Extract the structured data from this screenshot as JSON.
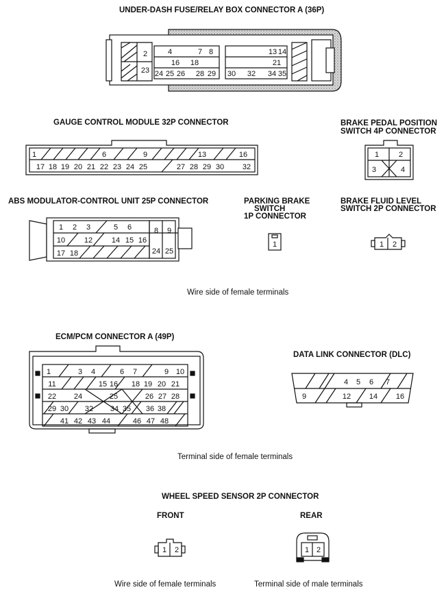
{
  "titles": {
    "underdash": "UNDER-DASH FUSE/RELAY BOX CONNECTOR A (36P)",
    "gauge": "GAUGE CONTROL MODULE 32P CONNECTOR",
    "brake_pedal_1": "BRAKE PEDAL POSITION",
    "brake_pedal_2": "SWITCH 4P CONNECTOR",
    "abs": "ABS MODULATOR-CONTROL UNIT 25P CONNECTOR",
    "parking_1": "PARKING BRAKE",
    "parking_2": "SWITCH",
    "parking_3": "1P CONNECTOR",
    "fluid_1": "BRAKE FLUID LEVEL",
    "fluid_2": "SWITCH 2P CONNECTOR",
    "ecm": "ECM/PCM CONNECTOR A (49P)",
    "dlc": "DATA LINK CONNECTOR (DLC)",
    "wheel": "WHEEL SPEED SENSOR 2P CONNECTOR",
    "front": "FRONT",
    "rear": "REAR"
  },
  "notes": {
    "wire_side_1": "Wire side of female terminals",
    "terminal_side_1": "Terminal side of female terminals",
    "wire_side_2": "Wire side of female terminals",
    "terminal_side_2": "Terminal side of male terminals"
  },
  "pins": {
    "underdash": [
      "2",
      "23",
      "4",
      "7",
      "8",
      "16",
      "18",
      "24",
      "25",
      "26",
      "28",
      "29",
      "13",
      "14",
      "21",
      "30",
      "32",
      "34",
      "35"
    ],
    "gauge": [
      "1",
      "6",
      "9",
      "13",
      "16",
      "17",
      "18",
      "19",
      "20",
      "21",
      "22",
      "23",
      "24",
      "25",
      "27",
      "28",
      "29",
      "30",
      "32"
    ],
    "brake_pedal": [
      "1",
      "2",
      "3",
      "4"
    ],
    "abs": [
      "1",
      "2",
      "3",
      "5",
      "6",
      "8",
      "9",
      "10",
      "12",
      "14",
      "15",
      "16",
      "17",
      "18",
      "24",
      "25"
    ],
    "parking": [
      "1"
    ],
    "fluid": [
      "1",
      "2"
    ],
    "ecm": [
      "1",
      "3",
      "4",
      "6",
      "7",
      "9",
      "10",
      "11",
      "15",
      "16",
      "18",
      "19",
      "20",
      "21",
      "22",
      "24",
      "25",
      "26",
      "27",
      "28",
      "29",
      "30",
      "32",
      "34",
      "35",
      "36",
      "38",
      "41",
      "42",
      "43",
      "44",
      "46",
      "47",
      "48"
    ],
    "dlc": [
      "4",
      "5",
      "6",
      "7",
      "9",
      "12",
      "14",
      "16"
    ],
    "wheel_front": [
      "1",
      "2"
    ],
    "wheel_rear": [
      "1",
      "2"
    ]
  }
}
